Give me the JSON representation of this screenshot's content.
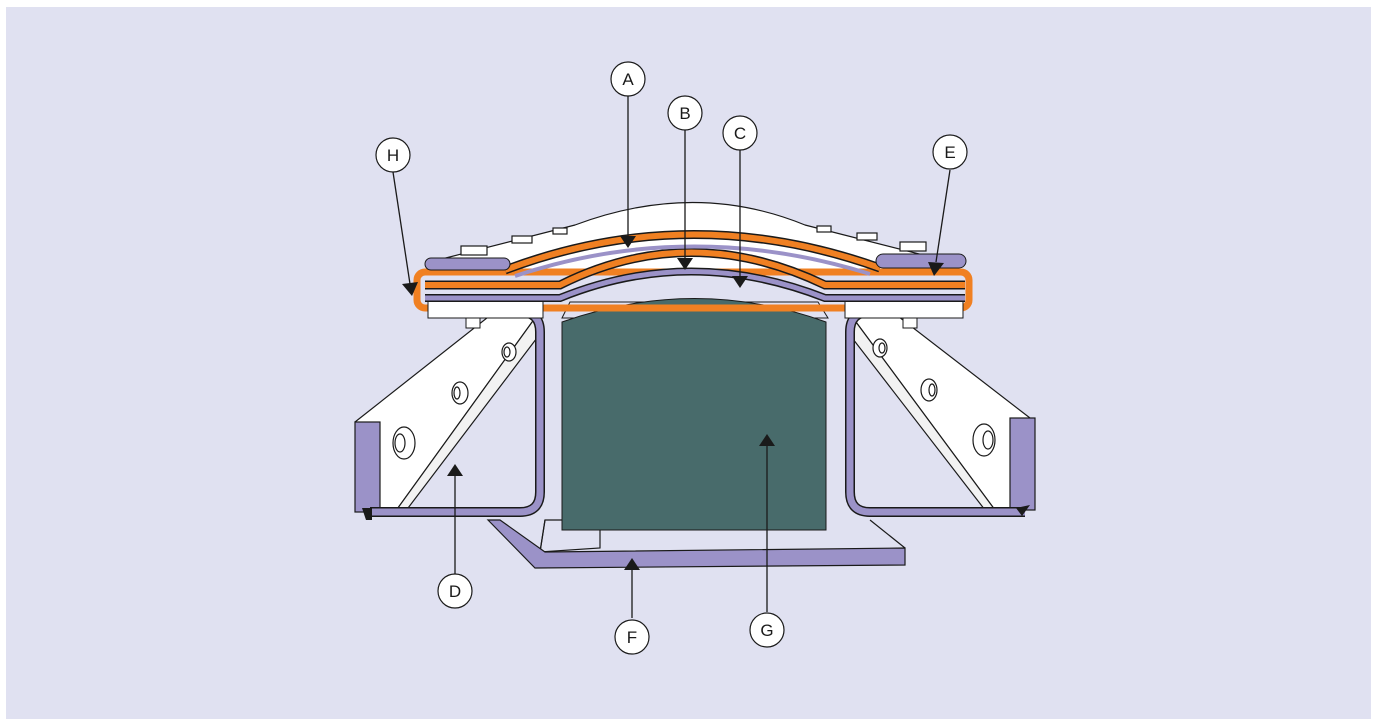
{
  "diagram": {
    "labels": {
      "A": "A",
      "B": "B",
      "C": "C",
      "D": "D",
      "E": "E",
      "F": "F",
      "G": "G",
      "H": "H"
    }
  },
  "colors": {
    "background": "#e0e1f1",
    "purple_strip": "#9b92c8",
    "orange_layer": "#f08022",
    "core_block": "#486b6b",
    "white_part": "#ffffff",
    "outline": "#1a1a1a"
  }
}
